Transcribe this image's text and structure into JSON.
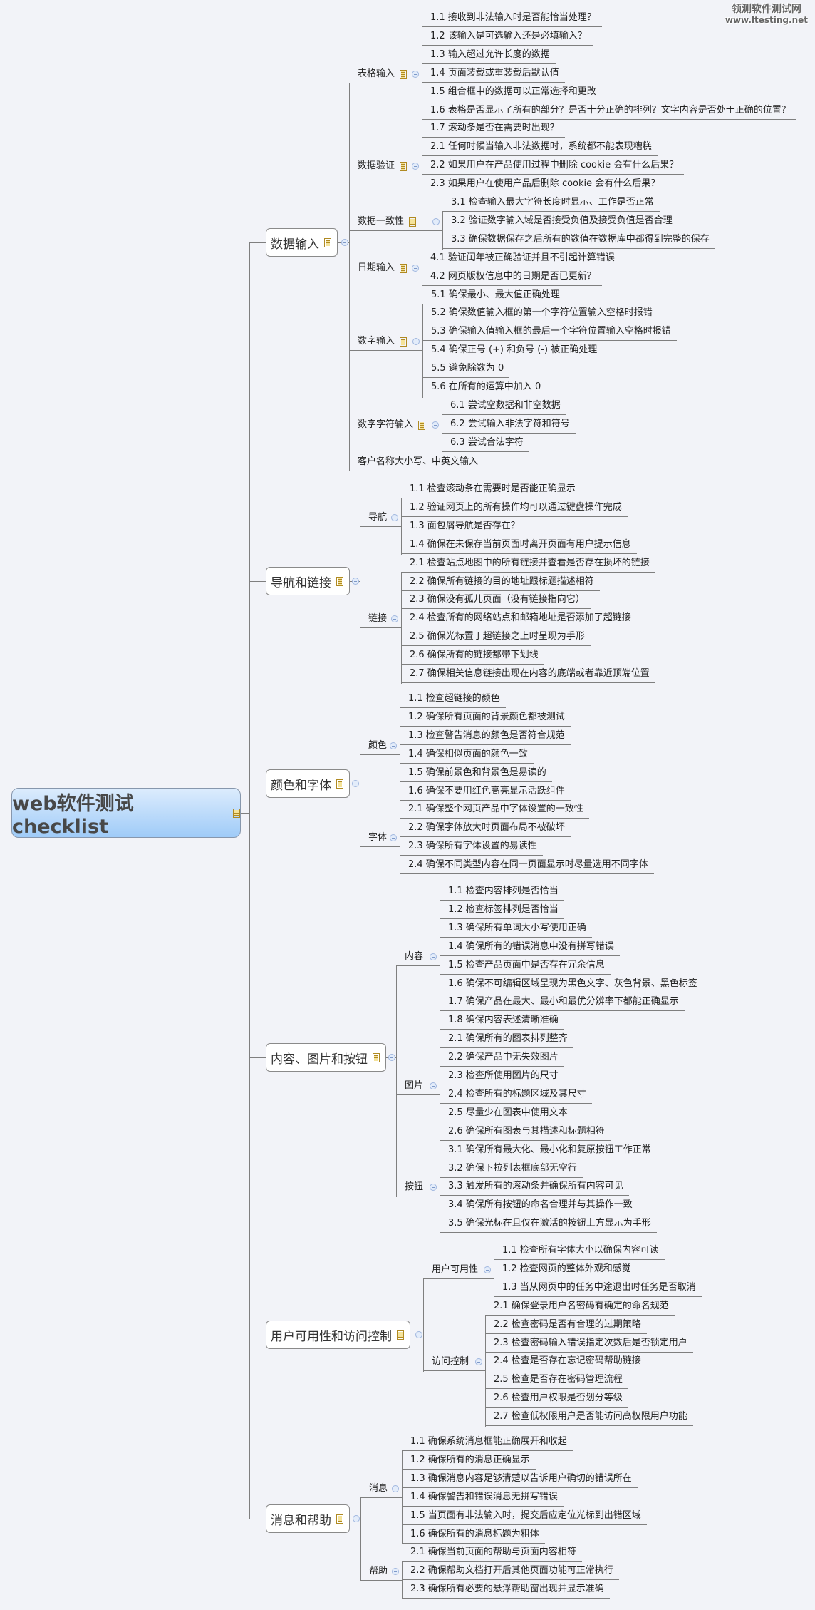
{
  "watermark": {
    "line1": "领测软件测试网",
    "line2": "www.ltesting.net"
  },
  "root": {
    "title": "web软件测试checklist"
  },
  "branches": [
    {
      "title": "数据输入",
      "groups": [
        {
          "title": "表格输入",
          "note": true,
          "items": [
            "1.1 接收到非法输入时是否能恰当处理？",
            "1.2 该输入是可选输入还是必填输入？",
            "1.3 输入超过允许长度的数据",
            "1.4 页面装载或重装载后默认值",
            "1.5 组合框中的数据可以正常选择和更改",
            "1.6 表格是否显示了所有的部分？是否十分正确的排列？文字内容是否处于正确的位置？",
            "1.7 滚动条是否在需要时出现？"
          ]
        },
        {
          "title": "数据验证",
          "note": true,
          "items": [
            "2.1 任何时候当输入非法数据时，系统都不能表现糟糕",
            "2.2 如果用户在产品使用过程中删除 cookie 会有什么后果？",
            "2.3 如果用户在使用产品后删除 cookie 会有什么后果？"
          ]
        },
        {
          "title": "数据一致性",
          "note": true,
          "items": [
            "3.1 检查输入最大字符长度时显示、工作是否正常",
            "3.2 验证数字输入域是否接受负值及接受负值是否合理",
            "3.3 确保数据保存之后所有的数值在数据库中都得到完整的保存"
          ]
        },
        {
          "title": "日期输入",
          "note": true,
          "items": [
            "4.1 验证闰年被正确验证并且不引起计算错误",
            "4.2 网页版权信息中的日期是否已更新？"
          ]
        },
        {
          "title": "数字输入",
          "note": true,
          "items": [
            "5.1 确保最小、最大值正确处理",
            "5.2 确保数值输入框的第一个字符位置输入空格时报错",
            "5.3 确保输入值输入框的最后一个字符位置输入空格时报错",
            "5.4 确保正号 (+) 和负号 (-) 被正确处理",
            "5.5 避免除数为 0",
            "5.6 在所有的运算中加入 0"
          ]
        },
        {
          "title": "数字字符输入",
          "note": true,
          "items": [
            "6.1 尝试空数据和非空数据",
            "6.2 尝试输入非法字符和符号",
            "6.3 尝试合法字符"
          ]
        },
        {
          "title": "客户名称大小写、中英文输入",
          "note": false,
          "items": []
        }
      ]
    },
    {
      "title": "导航和链接",
      "groups": [
        {
          "title": "导航",
          "note": false,
          "items": [
            "1.1 检查滚动条在需要时是否能正确显示",
            "1.2 验证网页上的所有操作均可以通过键盘操作完成",
            "1.3 面包屑导航是否存在？",
            "1.4 确保在未保存当前页面时离开页面有用户提示信息"
          ]
        },
        {
          "title": "链接",
          "note": false,
          "items": [
            "2.1 检查站点地图中的所有链接并查看是否存在损坏的链接",
            "2.2 确保所有链接的目的地址跟标题描述相符",
            "2.3 确保没有孤儿页面（没有链接指向它）",
            "2.4 检查所有的网络站点和邮箱地址是否添加了超链接",
            "2.5 确保光标置于超链接之上时呈现为手形",
            "2.6 确保所有的链接都带下划线",
            "2.7 确保相关信息链接出现在内容的底端或者靠近顶端位置"
          ]
        }
      ]
    },
    {
      "title": "颜色和字体",
      "groups": [
        {
          "title": "颜色",
          "note": false,
          "items": [
            "1.1 检查超链接的颜色",
            "1.2 确保所有页面的背景颜色都被测试",
            "1.3 检查警告消息的颜色是否符合规范",
            "1.4 确保相似页面的颜色一致",
            "1.5  确保前景色和背景色是易读的",
            "1.6 确保不要用红色高亮显示活跃组件"
          ]
        },
        {
          "title": "字体",
          "note": false,
          "items": [
            "2.1 确保整个网页产品中字体设置的一致性",
            "2.2 确保字体放大时页面布局不被破坏",
            "2.3 确保所有字体设置的易读性",
            "2.4 确保不同类型内容在同一页面显示时尽量选用不同字体"
          ]
        }
      ]
    },
    {
      "title": "内容、图片和按钮",
      "groups": [
        {
          "title": "内容",
          "note": false,
          "items": [
            "1.1 检查内容排列是否恰当",
            "1.2 检查标签排列是否恰当",
            "1.3 确保所有单词大小写使用正确",
            "1.4 确保所有的错误消息中没有拼写错误",
            "1.5 检查产品页面中是否存在冗余信息",
            "1.6 确保不可编辑区域呈现为黑色文字、灰色背景、黑色标签",
            "1.7 确保产品在最大、最小和最优分辨率下都能正确显示",
            "1.8 确保内容表述清晰准确"
          ]
        },
        {
          "title": "图片",
          "note": false,
          "items": [
            "2.1 确保所有的图表排列整齐",
            "2.2 确保产品中无失效图片",
            "2.3 检查所使用图片的尺寸",
            "2.4 检查所有的标题区域及其尺寸",
            "2.5 尽量少在图表中使用文本",
            "2.6 确保所有图表与其描述和标题相符"
          ]
        },
        {
          "title": "按钮",
          "note": false,
          "items": [
            "3.1 确保所有最大化、最小化和复原按钮工作正常",
            "3.2 确保下拉列表框底部无空行",
            "3.3 触发所有的滚动条并确保所有内容可见",
            "3.4 确保所有按钮的命名合理并与其操作一致",
            "3.5 确保光标在且仅在激活的按钮上方显示为手形"
          ]
        }
      ]
    },
    {
      "title": "用户可用性和访问控制",
      "groups": [
        {
          "title": "用户可用性",
          "note": false,
          "items": [
            "1.1 检查所有字体大小以确保内容可读",
            "1.2 检查网页的整体外观和感觉",
            "1.3 当从网页中的任务中途退出时任务是否取消"
          ]
        },
        {
          "title": "访问控制",
          "note": false,
          "items": [
            "2.1 确保登录用户名密码有确定的命名规范",
            "2.2 检查密码是否有合理的过期策略",
            "2.3 检查密码输入错误指定次数后是否锁定用户",
            "2.4 检查是否存在忘记密码帮助链接",
            "2.5 检查是否存在密码管理流程",
            "2.6 检查用户权限是否划分等级",
            "2.7 检查低权限用户是否能访问高权限用户功能"
          ]
        }
      ]
    },
    {
      "title": "消息和帮助",
      "groups": [
        {
          "title": "消息",
          "note": false,
          "items": [
            "1.1 确保系统消息框能正确展开和收起",
            "1.2 确保所有的消息正确显示",
            "1.3 确保消息内容足够清楚以告诉用户确切的错误所在",
            "1.4 确保警告和错误消息无拼写错误",
            "1.5 当页面有非法输入时，提交后应定位光标到出错区域",
            "1.6 确保所有的消息标题为粗体"
          ]
        },
        {
          "title": "帮助",
          "note": false,
          "items": [
            "2.1 确保当前页面的帮助与页面内容相符",
            "2.2 确保帮助文档打开后其他页面功能可正常执行",
            "2.3 确保所有必要的悬浮帮助窗出现并显示准确"
          ]
        }
      ]
    }
  ]
}
